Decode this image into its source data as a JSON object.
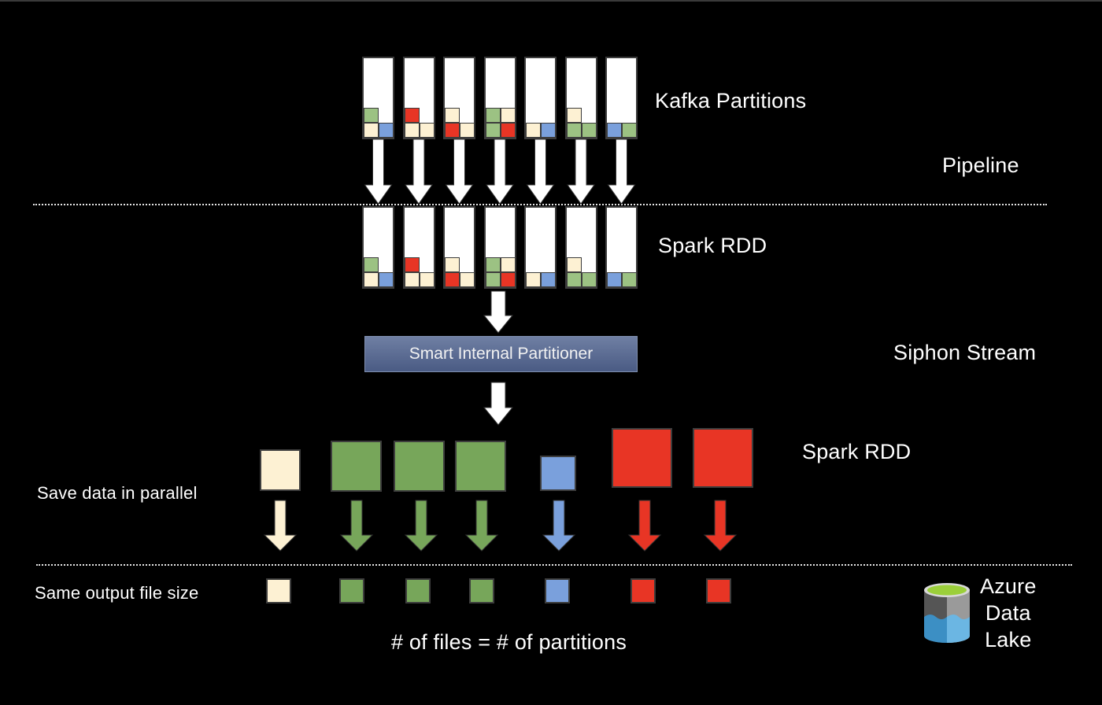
{
  "labels": {
    "kafka_partitions": "Kafka Partitions",
    "pipeline": "Pipeline",
    "spark_rdd_top": "Spark RDD",
    "smart_partitioner": "Smart Internal Partitioner",
    "siphon_stream": "Siphon  Stream",
    "spark_rdd_bottom": "Spark RDD",
    "save_parallel": "Save data in parallel",
    "same_file_size": "Same output file size",
    "files_equals_partitions": "# of files = # of partitions",
    "azure_line1": "Azure",
    "azure_line2": "Data",
    "azure_line3": "Lake"
  },
  "colors": {
    "cream": "#fdf1d3",
    "green": "#77a65a",
    "green_light": "#9cc283",
    "red": "#e83525",
    "blue": "#7aa0dc",
    "white": "#ffffff"
  },
  "kafka_partitions": [
    {
      "top": [
        "green"
      ],
      "bottom": [
        "cream",
        "blue"
      ]
    },
    {
      "top": [
        "red"
      ],
      "bottom": [
        "cream",
        "cream"
      ]
    },
    {
      "top": [
        "cream"
      ],
      "bottom": [
        "red",
        "cream"
      ]
    },
    {
      "top": [
        "green",
        "cream"
      ],
      "bottom": [
        "green",
        "red"
      ]
    },
    {
      "top": [],
      "bottom": [
        "cream",
        "blue"
      ]
    },
    {
      "top": [
        "cream"
      ],
      "bottom": [
        "green",
        "green"
      ]
    },
    {
      "top": [],
      "bottom": [
        "blue",
        "green"
      ]
    }
  ],
  "spark_rdd_partitions": [
    {
      "top": [
        "green"
      ],
      "bottom": [
        "cream",
        "blue"
      ]
    },
    {
      "top": [
        "red"
      ],
      "bottom": [
        "cream",
        "cream"
      ]
    },
    {
      "top": [
        "cream"
      ],
      "bottom": [
        "red",
        "cream"
      ]
    },
    {
      "top": [
        "green",
        "cream"
      ],
      "bottom": [
        "green",
        "red"
      ]
    },
    {
      "top": [],
      "bottom": [
        "cream",
        "blue"
      ]
    },
    {
      "top": [
        "cream"
      ],
      "bottom": [
        "green",
        "green"
      ]
    },
    {
      "top": [],
      "bottom": [
        "blue",
        "green"
      ]
    }
  ],
  "output_blocks": [
    {
      "color": "cream",
      "relative_size": "small"
    },
    {
      "color": "green",
      "relative_size": "medium"
    },
    {
      "color": "green",
      "relative_size": "medium"
    },
    {
      "color": "green",
      "relative_size": "medium"
    },
    {
      "color": "blue",
      "relative_size": "small"
    },
    {
      "color": "red",
      "relative_size": "large"
    },
    {
      "color": "red",
      "relative_size": "large"
    }
  ],
  "output_files": [
    "cream",
    "green",
    "green",
    "green",
    "blue",
    "red",
    "red"
  ],
  "icons": {
    "storage": "azure-data-lake-icon"
  }
}
